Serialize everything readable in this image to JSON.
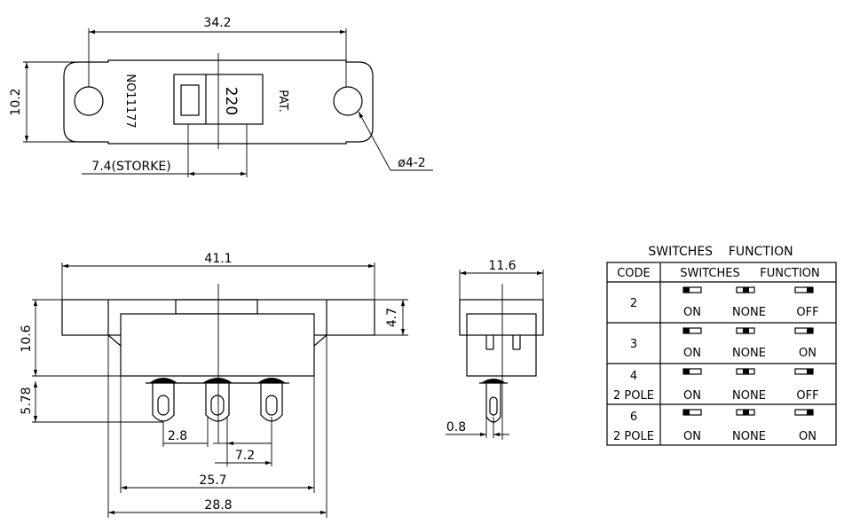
{
  "top_view": {
    "dim_length": "34.2",
    "dim_height": "10.2",
    "dim_stroke": "7.4(STORKE)",
    "dim_hole": "ø4-2",
    "text_number": "NO11177",
    "text_voltage": "220",
    "text_pat": "PAT."
  },
  "front_view": {
    "dim_total_width": "41.1",
    "dim_body_height": "10.6",
    "dim_flange": "4.7",
    "dim_pin_length": "5.78",
    "dim_pin_offset": "2.8",
    "dim_pin_pitch": "7.2",
    "dim_body_width": "25.7",
    "dim_base_width": "28.8"
  },
  "side_view": {
    "dim_width": "11.6",
    "dim_pin_thickness": "0.8"
  },
  "function_table": {
    "title": "SWITCHES    FUNCTION",
    "header_code": "CODE",
    "header_switches": "SWITCHES",
    "header_function": "FUNCTION",
    "rows": [
      {
        "code": "2",
        "code2": "",
        "s1": "ON",
        "s2": "NONE",
        "s3": "OFF"
      },
      {
        "code": "3",
        "code2": "",
        "s1": "ON",
        "s2": "NONE",
        "s3": "ON"
      },
      {
        "code": "4",
        "code2": "2 POLE",
        "s1": "ON",
        "s2": "NONE",
        "s3": "OFF"
      },
      {
        "code": "6",
        "code2": "2 POLE",
        "s1": "ON",
        "s2": "NONE",
        "s3": "ON"
      }
    ]
  }
}
